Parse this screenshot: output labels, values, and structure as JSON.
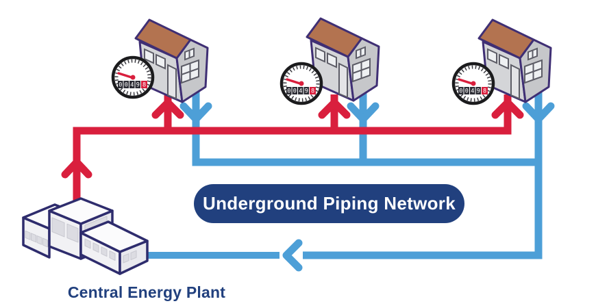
{
  "labels": {
    "pill": "Underground Piping Network",
    "plant": "Central Energy Plant"
  },
  "colors": {
    "supply_red": "#d91f3d",
    "return_blue": "#4d9fd7",
    "navy": "#21407e",
    "house_outline": "#3f2f74",
    "roof_brown": "#b37350",
    "wall_front": "#d4d5d8",
    "wall_side": "#c6c7ca",
    "window_pane": "#eef0f2",
    "window_frame": "#5c5c66",
    "plant_outline": "#2e2c6d",
    "plant_top": "#fbfbfc",
    "plant_front": "#f1f1f4",
    "plant_side": "#e9e9ee",
    "plant_window": "#dcdce2",
    "meter_ring": "#1b1b1d",
    "meter_face": "#ffffff",
    "odometer_box": "#2c2c34"
  },
  "meter": {
    "odometer_digits": [
      "0",
      "0",
      "4",
      "9"
    ],
    "odometer_red_digit": "8"
  },
  "nodes": {
    "houses": [
      {
        "id": "house-1"
      },
      {
        "id": "house-2"
      },
      {
        "id": "house-3"
      }
    ],
    "plant": {
      "id": "central-energy-plant"
    }
  },
  "icons": {
    "house": "isometric-house",
    "meter": "dial-energy-meter",
    "plant": "industrial-building",
    "supply_flow": "chevron-up",
    "return_flow": "chevron-down",
    "bottom_flow": "chevron-left"
  }
}
